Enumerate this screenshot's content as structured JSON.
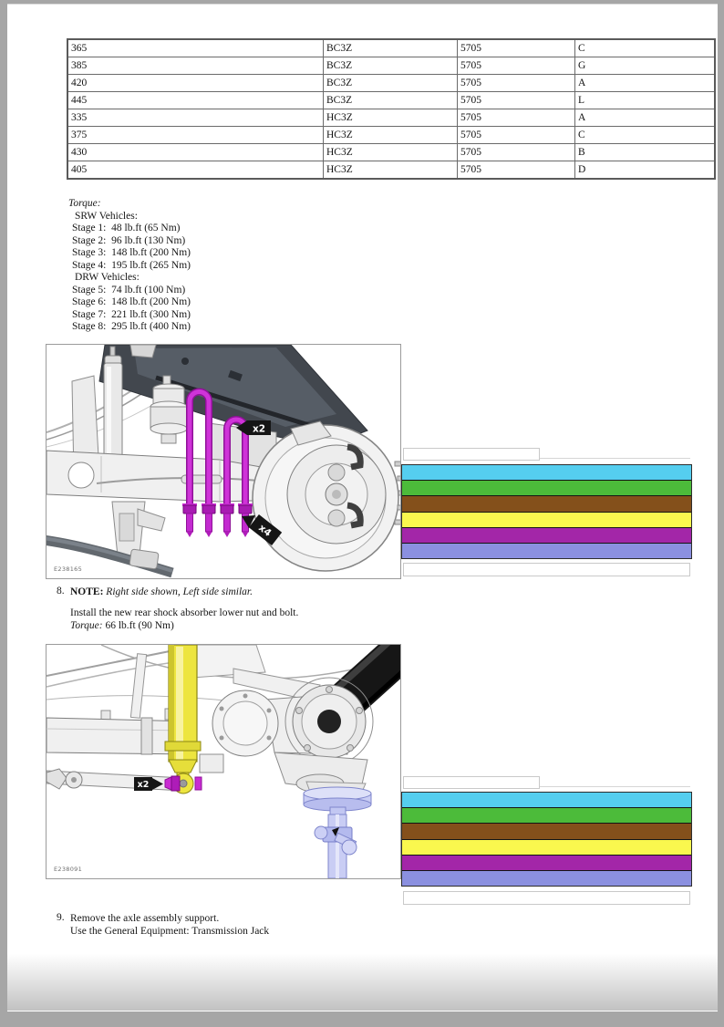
{
  "parts_table": {
    "rows": [
      [
        "365",
        "BC3Z",
        "5705",
        "C"
      ],
      [
        "385",
        "BC3Z",
        "5705",
        "G"
      ],
      [
        "420",
        "BC3Z",
        "5705",
        "A"
      ],
      [
        "445",
        "BC3Z",
        "5705",
        "L"
      ],
      [
        "335",
        "HC3Z",
        "5705",
        "A"
      ],
      [
        "375",
        "HC3Z",
        "5705",
        "C"
      ],
      [
        "430",
        "HC3Z",
        "5705",
        "B"
      ],
      [
        "405",
        "HC3Z",
        "5705",
        "D"
      ]
    ]
  },
  "torque": {
    "title": "Torque:",
    "lines": [
      "SRW Vehicles:",
      "Stage 1:  48 lb.ft (65 Nm)",
      "Stage 2:  96 lb.ft (130 Nm)",
      "Stage 3:  148 lb.ft (200 Nm)",
      "Stage 4:  195 lb.ft (265 Nm)",
      "DRW Vehicles:",
      "Stage 5:  74 lb.ft (100 Nm)",
      "Stage 6:  148 lb.ft (200 Nm)",
      "Stage 7:  221 lb.ft (300 Nm)",
      "Stage 8:  295 lb.ft (400 Nm)"
    ]
  },
  "figure1": {
    "code": "E238165",
    "callout_x2": "x2",
    "callout_x4": "x4"
  },
  "figure2": {
    "code": "E238091",
    "callout_x2": "x2"
  },
  "redaction": {
    "bars": [
      "#55CEEF",
      "#4CBB3A",
      "#84501B",
      "#FAF74E",
      "#A326A8",
      "#8B90E0"
    ]
  },
  "step8": {
    "number": "8.",
    "note_label": "NOTE:",
    "note_text": " Right side shown, Left side similar.",
    "body": "Install the new rear shock absorber lower nut and bolt.",
    "torque_label": "Torque:",
    "torque_value": " 66 lb.ft (90 Nm)"
  },
  "step9": {
    "number": "9.",
    "line1": "Remove the axle assembly support.",
    "line2": "Use the General Equipment: Transmission Jack"
  },
  "colors": {
    "highlight_magenta": "#C92BD2",
    "shock_yellow": "#EDE53F",
    "jack_periwinkle": "#C9CDF4"
  }
}
